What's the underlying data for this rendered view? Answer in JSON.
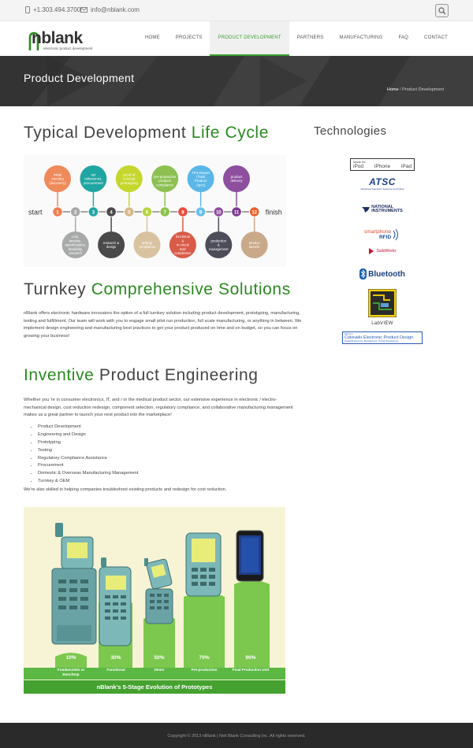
{
  "topbar": {
    "phone": "+1.303.494.3700",
    "email": "info@nblank.com"
  },
  "logo": {
    "name": "nblank",
    "tagline": "electronic product development"
  },
  "nav": [
    "HOME",
    "PROJECTS",
    "PRODUCT DEVELOPMENT",
    "PARTNERS",
    "MANUFACTURING",
    "FAQ",
    "CONTACT"
  ],
  "banner": {
    "title": "Product Development",
    "crumb_home": "Home",
    "crumb_sep": "/",
    "crumb_current": "Product Development"
  },
  "lifecycle": {
    "heading_a": "Typical Development ",
    "heading_b": "Life Cycle",
    "start": "start",
    "finish": "finish",
    "steps": [
      "1",
      "2",
      "3",
      "4",
      "5",
      "6",
      "7",
      "8",
      "9",
      "10",
      "11",
      "12"
    ],
    "top_bubbles": [
      "initial meeting (discovery)",
      "set milestones, procurement",
      "proof of concept prototyping",
      "pre-production product/ compliance",
      "TPS Report (Total Product Spec)",
      "product delivery"
    ],
    "bottom_bubbles": [
      "cost, timeline, specifications, feasibility, research",
      "research & design",
      "testing/ compliance",
      "functional & in-circuit test/ compliance",
      "production & management",
      "product launch!"
    ]
  },
  "turnkey": {
    "heading_a": "Turnkey ",
    "heading_b": "Comprehensive Solutions",
    "body": "nBlank offers electronic hardware innovators the option of a full turnkey solution including product development, prototyping, manufacturing, testing and fulfillment. Our team will work with you to engage small pilot run production, full scale manufacturing, or anything in between. We implement design engineering and manufacturing best practices to get your product produced on time and on budget, so you can focus on growing your business!"
  },
  "inventive": {
    "heading_a": "Inventive",
    "heading_b": " Product Engineering",
    "body": "Whether you 're in consumer electronics, IT, and / or the medical product sector, our extensive experience in electronic / electro-mechanical design, cost reduction redesign, component selection, regulatory compliance, and collaborative manufacturing management makes us a great partner to launch your next product into the marketplace!",
    "list": [
      "Product Development",
      "Engineering and Design",
      "Prototyping",
      "Testing",
      "Regulatory Compliance Assistance",
      "Procurement",
      "Domestic & Overseas Manufacturing Management",
      "Turnkey & OEM"
    ],
    "closing": "We're also skilled in helping companies troubleshoot existing products and redesign for cost reduction."
  },
  "prototypes": {
    "stages": [
      {
        "pct": "10%",
        "label": "Frankenstein or Benchtop"
      },
      {
        "pct": "30%",
        "label": "Functional"
      },
      {
        "pct": "50%",
        "label": "Demo"
      },
      {
        "pct": "70%",
        "label": "Pre-production"
      },
      {
        "pct": "90%",
        "label": "Final Production Unit"
      }
    ],
    "caption": "nBlank's 5-Stage Evolution of Prototypes"
  },
  "technologies": {
    "title": "Technologies",
    "made_for": "Made for",
    "apple": [
      "iPod",
      "iPhone",
      "iPad"
    ],
    "atsc": "ATSC",
    "atsc_sub": "Advanced Television Systems Committee",
    "ni": [
      "NATIONAL",
      "INSTRUMENTS"
    ],
    "rfid": [
      "smartphone",
      "RFID"
    ],
    "solidworks": "SolidWorks",
    "bluetooth": "Bluetooth",
    "labview": "LabVIEW",
    "cepd_small": "We're in",
    "cepd": "Colorado Electronic Product Design",
    "cepd_sub": "Design/Engineering / Manufacturing / Product Development"
  },
  "footer": {
    "copyright": "Copyright © 2013 nBlank | Neil Blank Consulting Inc. All rights reserved."
  },
  "colors": {
    "accent": "#2a8a1f",
    "nav_active": "#3a9e2f",
    "banner": "#3a3a3a",
    "footer": "#2a2a2a"
  }
}
